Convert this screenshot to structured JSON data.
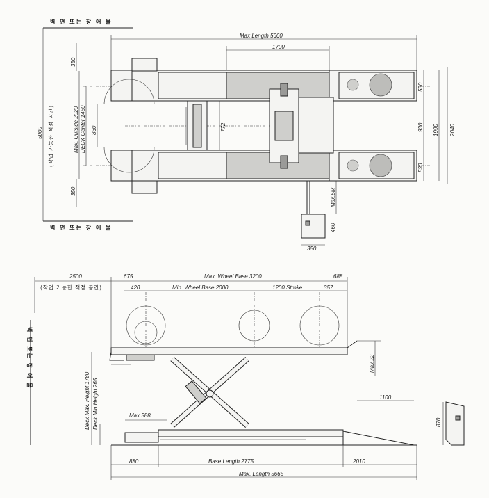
{
  "wall_label": "벽 면 또는 장 애 물",
  "work_space_label": "(작업 가능한 적정 공간)",
  "top_view": {
    "max_length": "Max Length 5660",
    "dim_1700": "1700",
    "dim_350_top": "350",
    "dim_350_bottom": "350",
    "max_outside": "Max. Outside 2020",
    "deck_center": "DECK Center 1450",
    "dim_830": "830",
    "dim_772": "772",
    "dim_5000": "5000",
    "dim_530_top": "530",
    "dim_930": "930",
    "dim_530_bottom": "530",
    "dim_1990": "1990",
    "dim_2040": "2040",
    "max_5m": "Max.5M",
    "dim_460": "460",
    "dim_350_ctrl": "350"
  },
  "side_view": {
    "dim_2500": "2500",
    "dim_675": "675",
    "max_wheel_base": "Max. Wheel Base 3200",
    "dim_688": "688",
    "dim_420": "420",
    "min_wheel_base": "Min. Wheel Base 2000",
    "stroke": "1200 Stroke",
    "dim_357": "357",
    "max_22": "Max.22",
    "dim_1100": "1100",
    "deck_max_height": "Deck Max. Height 1780",
    "deck_min_height": "Deck Min Height 265",
    "max_588": "Max.588",
    "dim_880": "880",
    "base_length": "Base Length 2775",
    "dim_2010": "2010",
    "max_length": "Max. Length 5665",
    "dim_870": "870"
  }
}
